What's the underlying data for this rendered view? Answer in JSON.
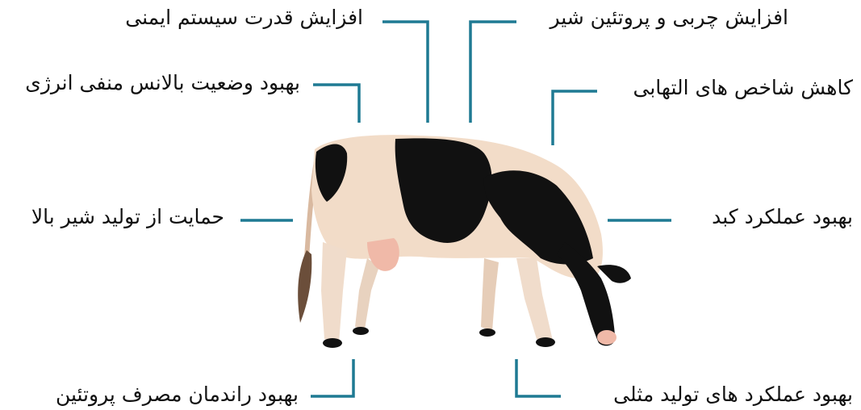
{
  "diagram": {
    "benefits": {
      "immune_system": "افزایش قدرت سیستم ایمنی",
      "milk_fat_protein": "افزایش چربی و پروتئین شیر",
      "energy_balance": "بهبود وضعیت بالانس منفی انرژی",
      "inflammation_index": "کاهش شاخص های التهابی",
      "high_milk_production": "حمایت از تولید شیر بالا",
      "liver_function": "بهبود عملکرد کبد",
      "protein_efficiency": "بهبود راندمان مصرف پروتئین",
      "reproductive_performance": "بهبود عملکرد های تولید مثلی"
    },
    "connector_color": "#1f7a93",
    "subject_icon": "holstein-cow-illustration"
  }
}
